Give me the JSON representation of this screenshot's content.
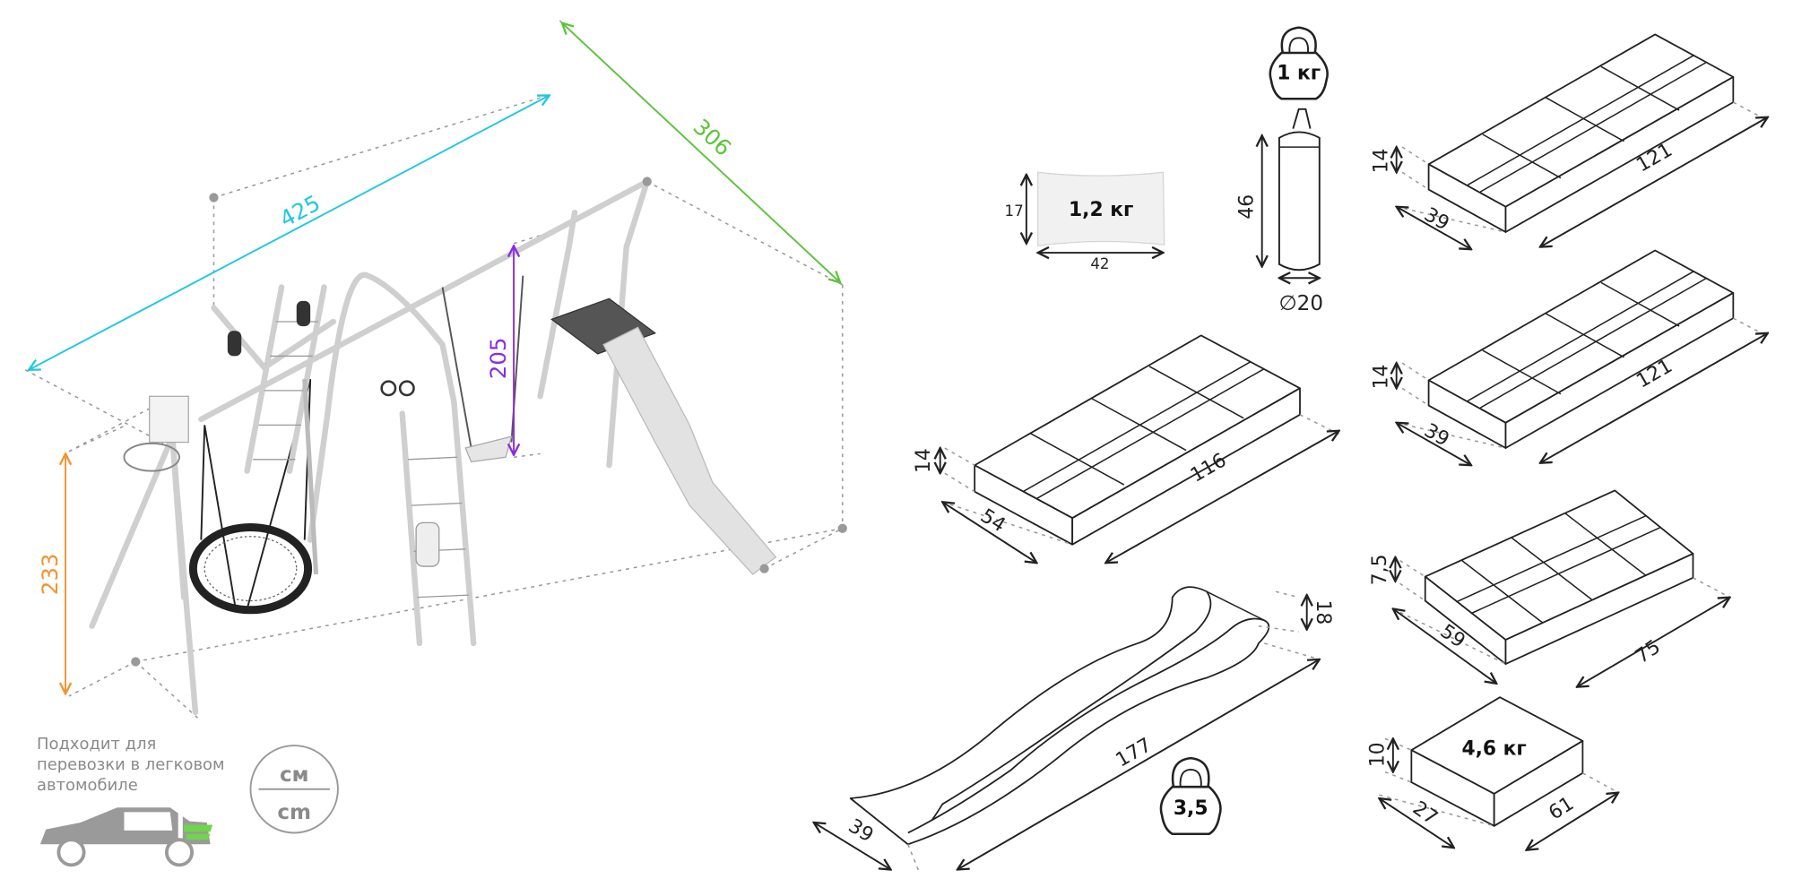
{
  "playset": {
    "dim_length": "425",
    "dim_depth": "306",
    "dim_beam_height": "205",
    "dim_total_height": "233",
    "colors": {
      "length": "#1ec8e0",
      "depth": "#5cc43c",
      "beam": "#8a2be2",
      "height": "#f5922d"
    }
  },
  "note": {
    "line1": "Подходит для",
    "line2": "перевозки в легковом",
    "line3": "автомобиле",
    "accent": "#6fd64a"
  },
  "units": {
    "top": "см",
    "bottom": "cm"
  },
  "sandbag": {
    "weight": "1,2 кг",
    "height": "17",
    "width": "42"
  },
  "kettlebell_small": {
    "weight": "1 кг"
  },
  "punching_bag": {
    "height": "46",
    "diameter": "∅20"
  },
  "box1": {
    "height": "14",
    "width": "39",
    "length": "121"
  },
  "box2": {
    "height": "14",
    "width": "39",
    "length": "121"
  },
  "box3": {
    "height": "14",
    "width": "54",
    "length": "116"
  },
  "box4": {
    "height": "7,5",
    "width": "59",
    "length": "75"
  },
  "box5": {
    "height": "10",
    "width": "27",
    "length": "61",
    "weight": "4,6 кг"
  },
  "slide": {
    "width": "39",
    "length": "177",
    "height": "18"
  },
  "kettlebell_slide": {
    "weight": "3,5"
  }
}
